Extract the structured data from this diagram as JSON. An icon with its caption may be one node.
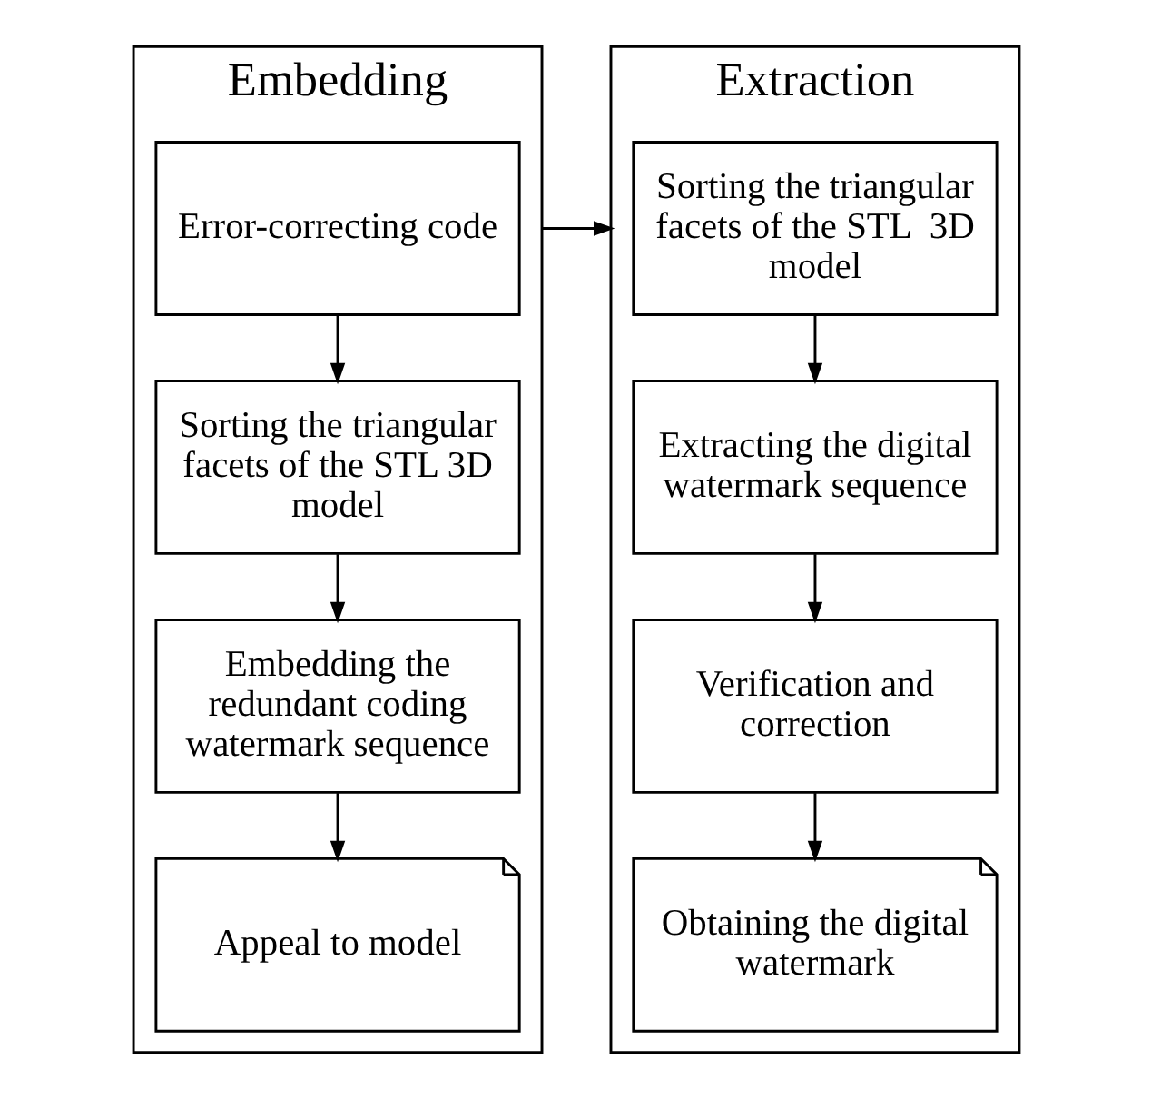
{
  "diagram": {
    "nodes": [
      {
        "text": [
          "Embedding"
        ]
      },
      {
        "text": [
          "Error-correcting code"
        ],
        "in": 0
      },
      {
        "text": [
          "Sorting the triangular facets of the STL 3D model"
        ],
        "in": 0
      },
      {
        "text": [
          "Embedding the redundant coding watermark sequence"
        ],
        "in": 0
      },
      {
        "text": [
          "Appeal to model"
        ],
        "in": 0
      },
      {
        "text": [
          "Extraction"
        ]
      },
      {
        "text": [
          "Sorting the triangular facets of the STL  3D model"
        ],
        "in": 5
      },
      {
        "text": [
          "Extracting the digital watermark sequence"
        ],
        "in": 5
      },
      {
        "text": [
          "Verification and correction"
        ],
        "in": 5
      },
      {
        "text": [
          "Obtaining the digital watermark"
        ],
        "in": 5
      }
    ],
    "edges": [
      {
        "from": 1,
        "to": 2,
        "arrow": "to"
      },
      {
        "from": 2,
        "to": 3,
        "arrow": "to"
      },
      {
        "from": 3,
        "to": 4,
        "arrow": "to"
      },
      {
        "from": 0,
        "to": 5,
        "arrow": "to"
      },
      {
        "from": 6,
        "to": 7,
        "arrow": "to"
      },
      {
        "from": 7,
        "to": 8,
        "arrow": "to"
      },
      {
        "from": 8,
        "to": 9,
        "arrow": "to"
      }
    ]
  }
}
